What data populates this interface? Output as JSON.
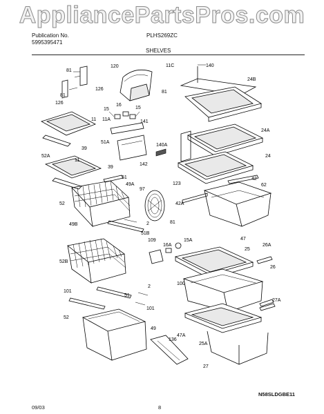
{
  "watermark": "AppliancePartsPros.com",
  "header": {
    "publication_label": "Publication No.",
    "publication_number": "5995395471",
    "model": "PLHS269ZC",
    "section": "SHELVES"
  },
  "footer": {
    "date": "09/03",
    "page": "8",
    "diagram_code": "N58SLDGBE11"
  },
  "part_labels": [
    "81",
    "126",
    "81",
    "126",
    "120",
    "11C",
    "140",
    "81",
    "24B",
    "15",
    "16",
    "15",
    "11A",
    "141",
    "51A",
    "11",
    "39",
    "52A",
    "11",
    "39",
    "51",
    "49A",
    "142",
    "140A",
    "24A",
    "24",
    "123",
    "97",
    "42",
    "62",
    "42A",
    "52",
    "2",
    "51B",
    "81",
    "49B",
    "109",
    "16A",
    "15A",
    "47",
    "25",
    "26A",
    "52B",
    "26",
    "100",
    "2",
    "51",
    "101",
    "101",
    "27A",
    "52",
    "49",
    "47A",
    "25A",
    "27",
    "136"
  ]
}
